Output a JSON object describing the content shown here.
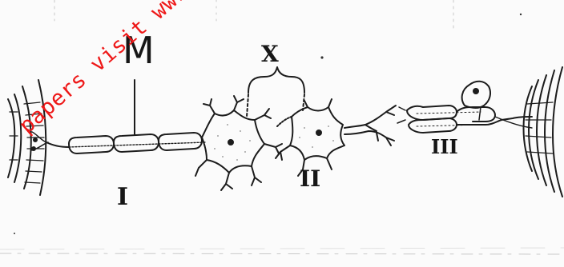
{
  "labels": {
    "m": "M",
    "x": "X",
    "neuron_1": "I",
    "neuron_2": "II",
    "neuron_3": "III"
  },
  "watermark": {
    "text": "papers visit www.fre",
    "color": "#ee1818"
  },
  "colors": {
    "ink": "#161616",
    "paper": "#fbfbfb"
  }
}
